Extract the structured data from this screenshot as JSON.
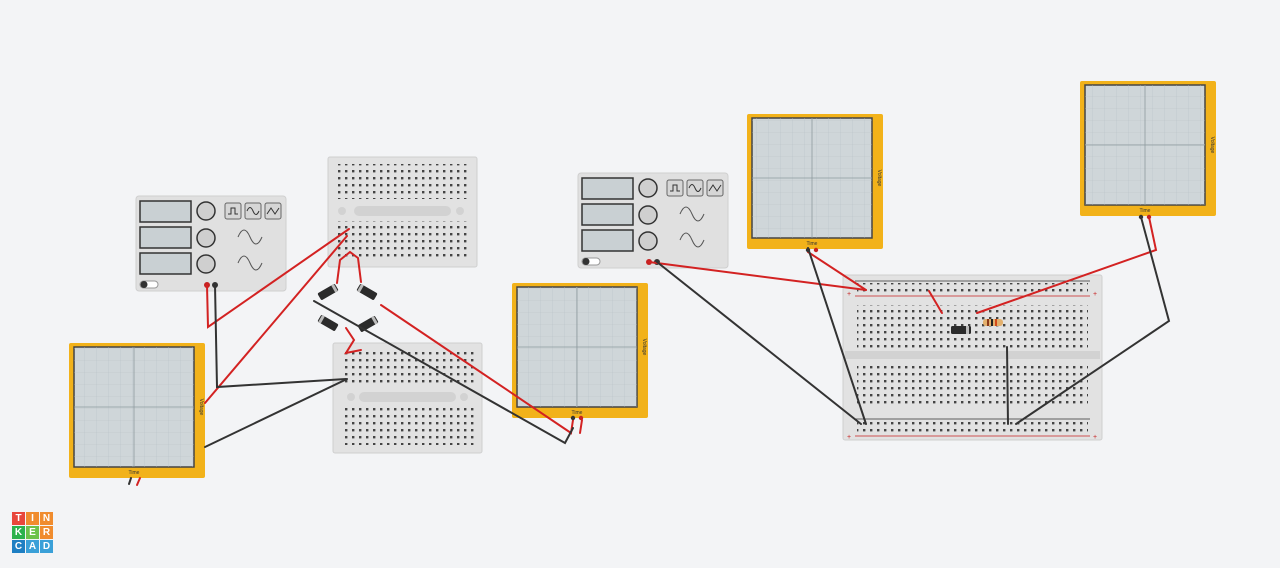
{
  "app": {
    "name": "Tinkercad"
  },
  "logo": {
    "letters": [
      {
        "ch": "T",
        "color": "#e8473c"
      },
      {
        "ch": "I",
        "color": "#f08c2e"
      },
      {
        "ch": "N",
        "color": "#f08c2e"
      },
      {
        "ch": "K",
        "color": "#2bb24c"
      },
      {
        "ch": "E",
        "color": "#6cc24a"
      },
      {
        "ch": "R",
        "color": "#f08c2e"
      },
      {
        "ch": "C",
        "color": "#1e7fc3"
      },
      {
        "ch": "A",
        "color": "#3aa0d8"
      },
      {
        "ch": "D",
        "color": "#3aa0d8"
      }
    ]
  },
  "oscilloscope": {
    "time_label": "Time",
    "voltage_label": "Voltage",
    "frame_color": "#f2b21a",
    "screen_color": "#cfd6d9"
  },
  "function_generator": {
    "toggle_label": "off"
  },
  "wire_colors": {
    "red": "#d32222",
    "black": "#333333"
  }
}
